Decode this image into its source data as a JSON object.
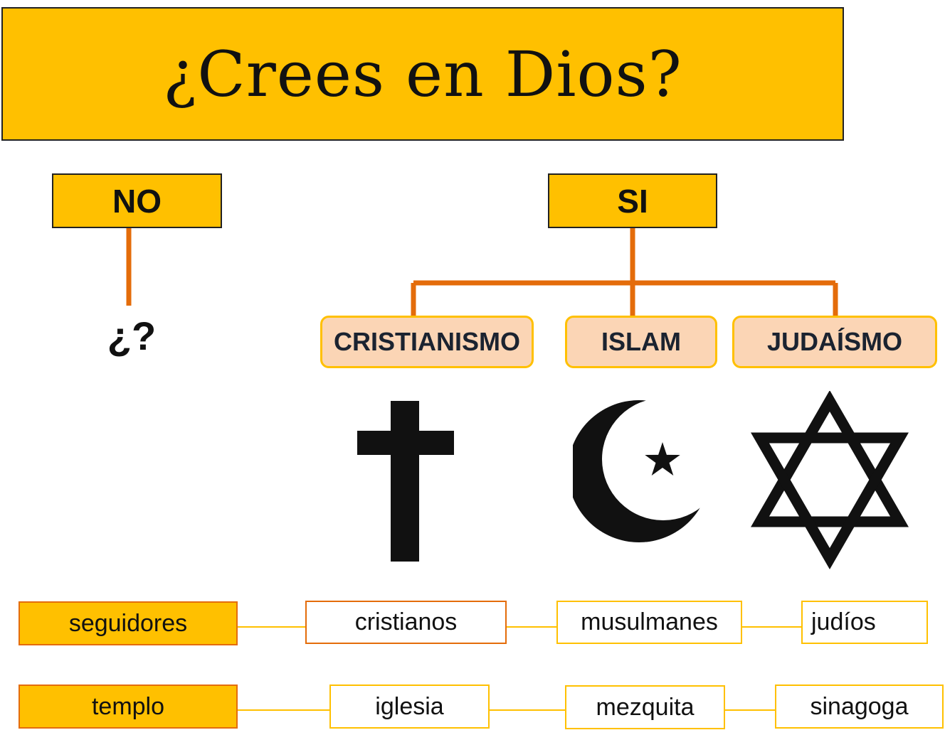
{
  "title": "¿Crees en Dios?",
  "answers": {
    "no": "NO",
    "si": "SI"
  },
  "no_result": "¿?",
  "religions": [
    {
      "label": "CRISTIANISMO",
      "symbol": "cross-icon"
    },
    {
      "label": "ISLAM",
      "symbol": "crescent-star-icon"
    },
    {
      "label": "JUDAÍSMO",
      "symbol": "star-of-david-icon"
    }
  ],
  "rows": [
    {
      "label": "seguidores",
      "values": [
        "cristianos",
        "musulmanes",
        "judíos"
      ]
    },
    {
      "label": "templo",
      "values": [
        "iglesia",
        "mezquita",
        "sinagoga"
      ]
    }
  ],
  "colors": {
    "header_fill": "#ffc000",
    "religion_fill": "#fbd5b5",
    "connector": "#e46c0a",
    "row_connector": "#ffc000"
  }
}
